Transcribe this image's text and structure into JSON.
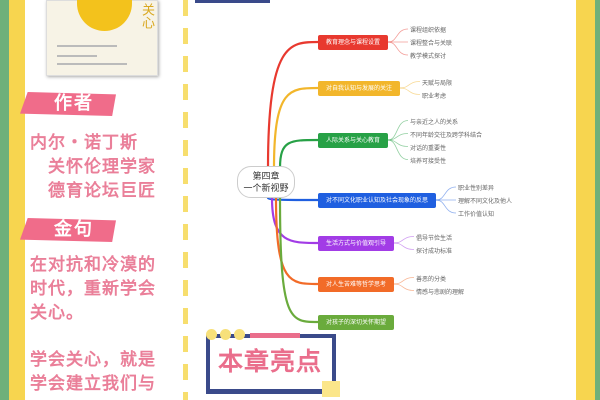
{
  "book": {
    "title": "关心"
  },
  "author": {
    "label": "作者",
    "lines": [
      "内尔・诺丁斯",
      "关怀伦理学家",
      "德育论坛巨匠"
    ]
  },
  "quote": {
    "label": "金句",
    "lines": [
      "在对抗和冷漠的",
      "时代，重新学会",
      "关心。",
      "学会关心，就是",
      "学会建立我们与"
    ]
  },
  "mindmap": {
    "center": [
      "第四章",
      "一个新视野"
    ],
    "branches": [
      {
        "label": "教育理念与课程设置",
        "color": "#e8392f",
        "children": [
          "课程组织依据",
          "课程整合与关联",
          "教学模式探讨"
        ]
      },
      {
        "label": "对自我认知与发展的关注",
        "color": "#f2b62b",
        "children": [
          "天赋与局限",
          "职业考虑"
        ]
      },
      {
        "label": "人际关系与关心教育",
        "color": "#27a146",
        "children": [
          "与亲近之人的关系",
          "不同年龄交往及跨学科结合",
          "对话的重要性",
          "培养可接受性"
        ]
      },
      {
        "label": "对不同文化职业认知及社会现象的反思",
        "color": "#1f5fe0",
        "children": [
          "职业性别差异",
          "理解不同文化及他人",
          "工作价值认知"
        ]
      },
      {
        "label": "生活方式与价值观引导",
        "color": "#a23ce6",
        "children": [
          "倡导节俭生活",
          "探讨成功标准"
        ]
      },
      {
        "label": "对人生苦难等哲学思考",
        "color": "#f26b28",
        "children": [
          "善恶的分类",
          "情感与悲剧的理解"
        ]
      },
      {
        "label": "对孩子的深切关怀期望",
        "color": "#6aab3c",
        "children": []
      }
    ]
  },
  "highlights": {
    "title": "本章亮点"
  }
}
